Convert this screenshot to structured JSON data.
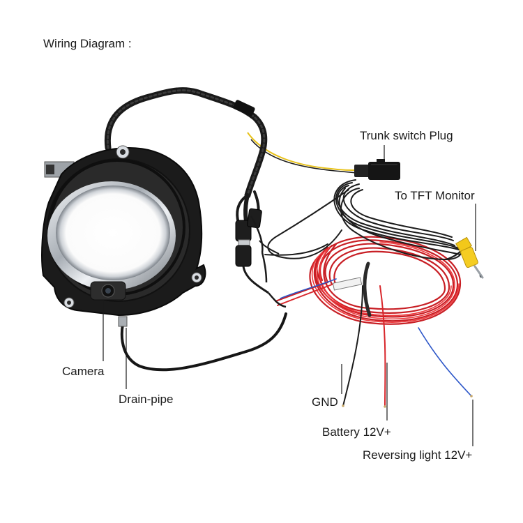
{
  "title": "Wiring Diagram :",
  "labels": {
    "trunk_switch_plug": "Trunk switch Plug",
    "tft_monitor": "To TFT Monitor",
    "camera": "Camera",
    "drain_pipe": "Drain-pipe",
    "gnd": "GND",
    "battery": "Battery 12V+",
    "reversing_light": "Reversing light 12V+"
  },
  "colors": {
    "cable_black": "#1c1c1c",
    "wire_red": "#d8262b",
    "wire_yellow": "#e8c21a",
    "wire_blue": "#2b55c8",
    "rca_yellow": "#f2c81a",
    "chrome": "#d9dde2"
  }
}
